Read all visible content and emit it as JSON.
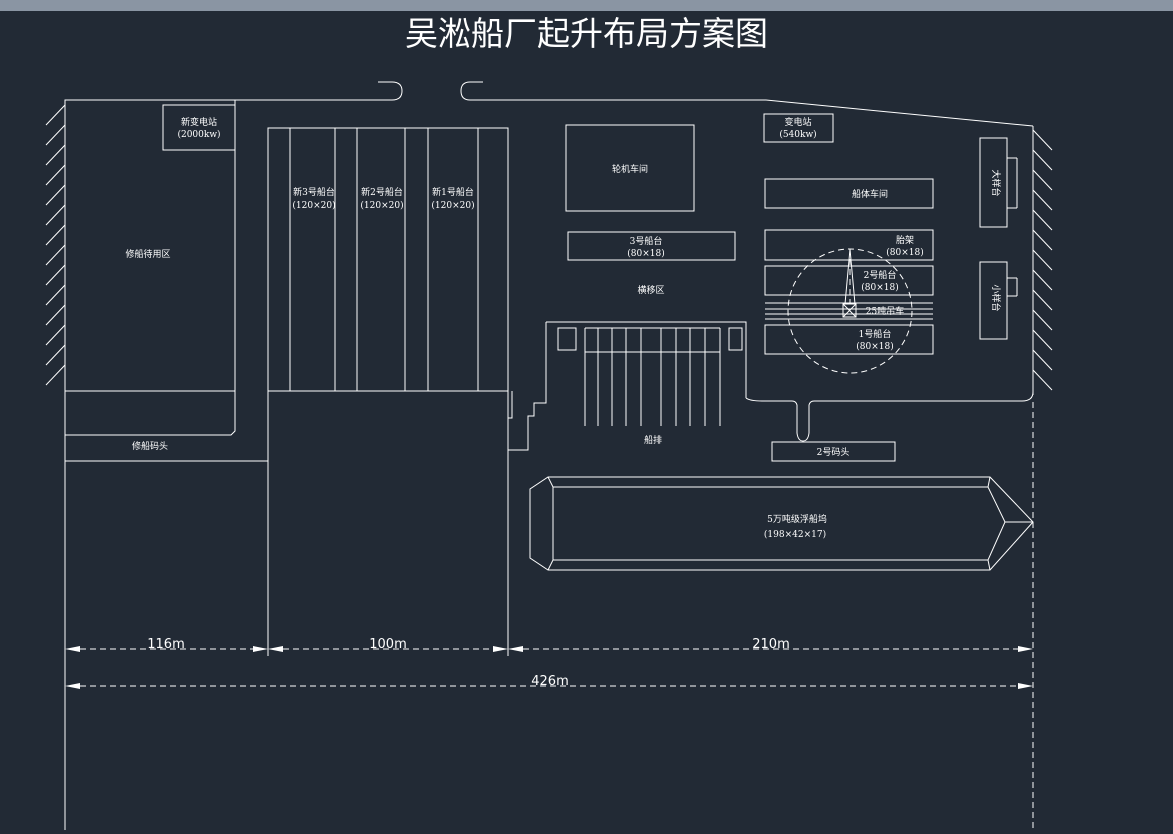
{
  "title": "吴淞船厂起升布局方案图",
  "labels": {
    "substation_new": "新变电站",
    "substation_new_power": "(2000kw)",
    "repair_waiting_area": "修船待用区",
    "berth_new3": "新3号船台",
    "berth_new3_size": "(120×20)",
    "berth_new2": "新2号船台",
    "berth_new2_size": "(120×20)",
    "berth_new1": "新1号船台",
    "berth_new1_size": "(120×20)",
    "turbine_workshop": "轮机车间",
    "substation": "变电站",
    "substation_power": "(540kw)",
    "hull_workshop": "船体车间",
    "berth3": "3号船台",
    "berth3_size": "(80×18)",
    "cradle": "胎架",
    "cradle_size": "(80×18)",
    "berth2": "2号船台",
    "berth2_size": "(80×18)",
    "crane": "25吨吊车",
    "berth1": "1号船台",
    "berth1_size": "(80×18)",
    "transfer_area": "横移区",
    "large_platform": "大样台",
    "small_platform": "小样台",
    "slipway": "船排",
    "repair_wharf": "修船码头",
    "wharf2": "2号码头",
    "floating_dock": "5万吨级浮船坞",
    "floating_dock_size": "(198×42×17)"
  },
  "dimensions": {
    "seg1": "116m",
    "seg2": "100m",
    "seg3": "210m",
    "total": "426m"
  },
  "colors": {
    "background": "#222a35",
    "line": "#ffffff",
    "top_bar": "#8a95a3"
  }
}
